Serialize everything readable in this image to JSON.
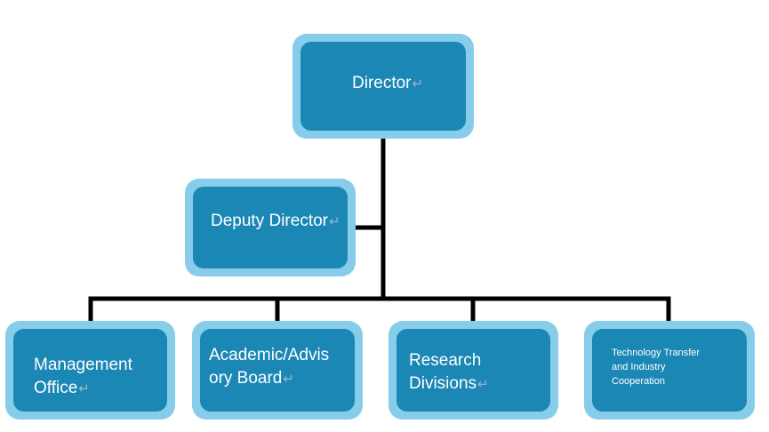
{
  "org_chart": {
    "director": "Director",
    "deputy_director": "Deputy Director",
    "units": {
      "management_office": [
        "Management",
        "Office"
      ],
      "academic_advisory_board": [
        "Academic/Advis",
        "ory Board"
      ],
      "research_divisions": [
        "Research",
        "Divisions"
      ],
      "technology_transfer": [
        "Technology Transfer",
        "and Industry",
        "Cooperation"
      ]
    },
    "paragraph_mark": "↵"
  },
  "colors": {
    "box_outer": "#87cdea",
    "box_inner": "#1b87b5",
    "text": "#ffffff",
    "connector": "#000000"
  }
}
